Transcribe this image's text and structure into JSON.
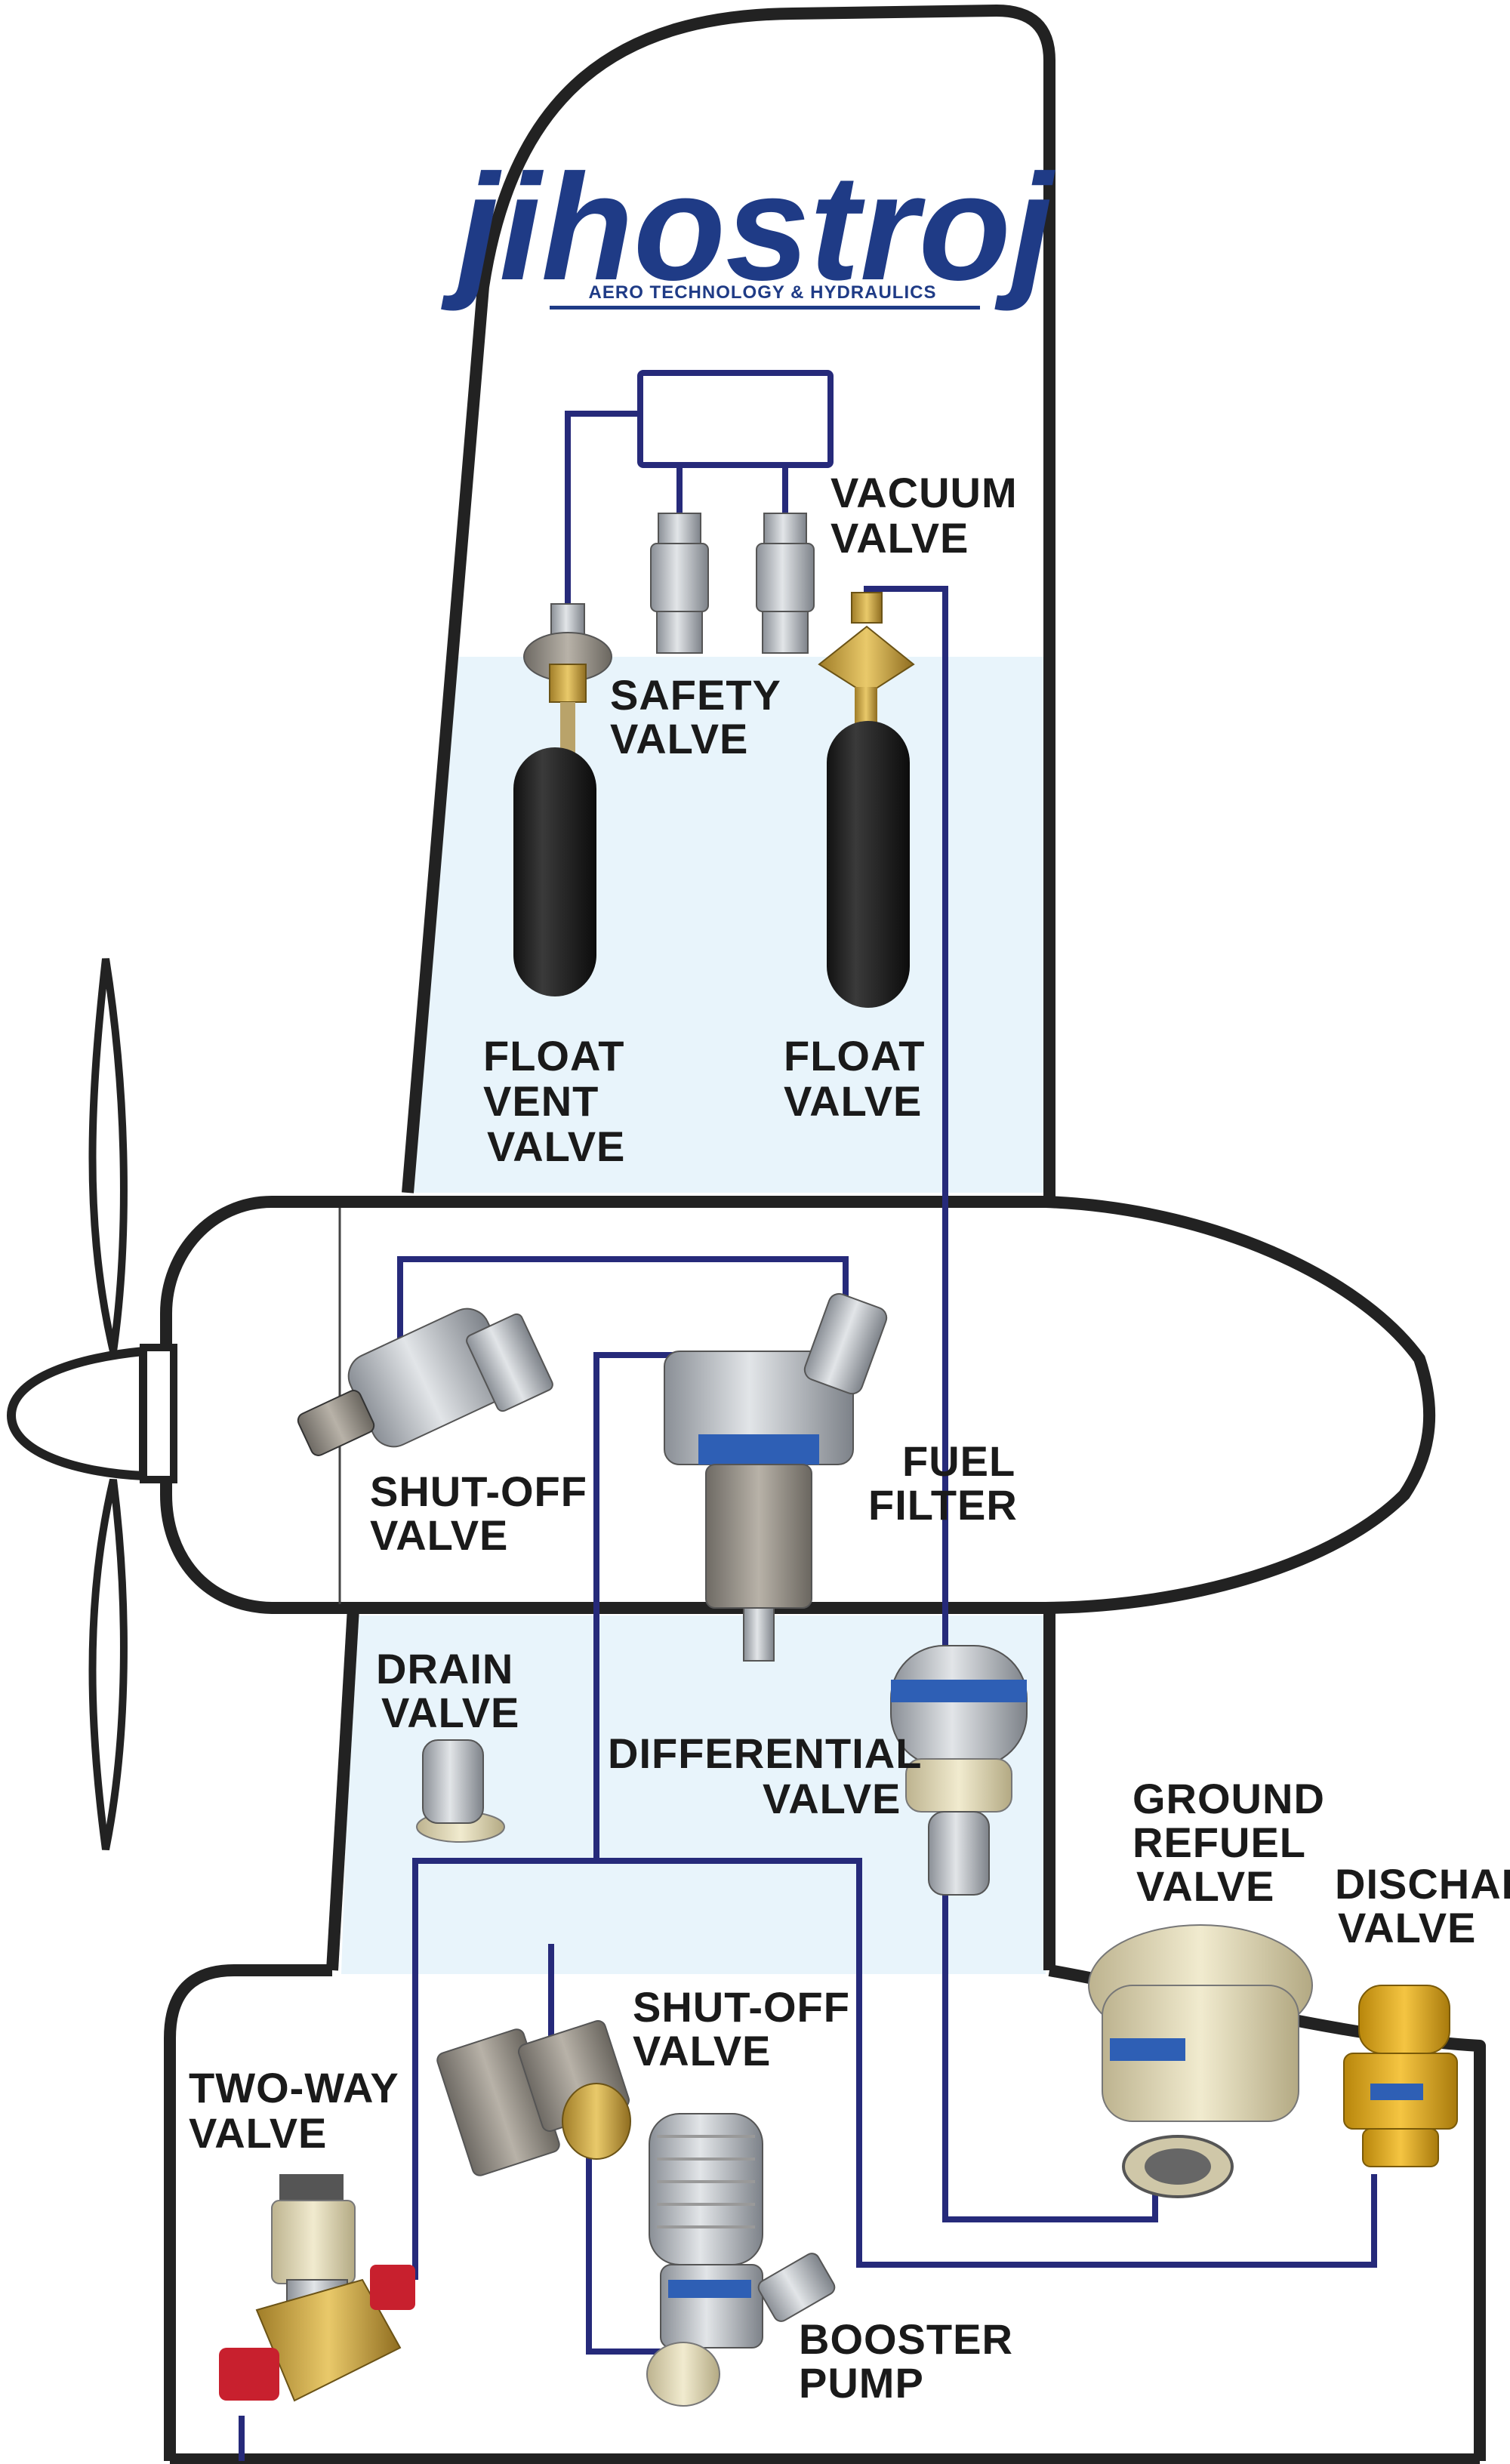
{
  "logo": {
    "name": "jihostroj",
    "tagline": "AERO TECHNOLOGY & HYDRAULICS"
  },
  "labels": {
    "vacuum_valve": [
      "VACUUM",
      "VALVE"
    ],
    "safety_valve": [
      "SAFETY",
      "VALVE"
    ],
    "float_vent_valve": [
      "FLOAT",
      "VENT",
      "VALVE"
    ],
    "float_valve": [
      "FLOAT",
      "VALVE"
    ],
    "shutoff_valve_upper": [
      "SHUT-OFF",
      "VALVE"
    ],
    "fuel_filter": [
      "FUEL",
      "FILTER"
    ],
    "drain_valve": [
      "DRAIN",
      "VALVE"
    ],
    "differential_valve": [
      "DIFFERENTIAL",
      "VALVE"
    ],
    "ground_refuel_valve": [
      "GROUND",
      "REFUEL",
      "VALVE"
    ],
    "discharge_valve": [
      "DISCHAR",
      "VALVE"
    ],
    "shutoff_valve_lower": [
      "SHUT-OFF",
      "VALVE"
    ],
    "two_way_valve": [
      "TWO-WAY",
      "VALVE"
    ],
    "booster_pump": [
      "BOOSTER",
      "PUMP"
    ]
  },
  "colors": {
    "outline": "#222222",
    "pipe": "#262a7a",
    "fuel": "#e8f4fb",
    "brand": "#1f3b86"
  }
}
